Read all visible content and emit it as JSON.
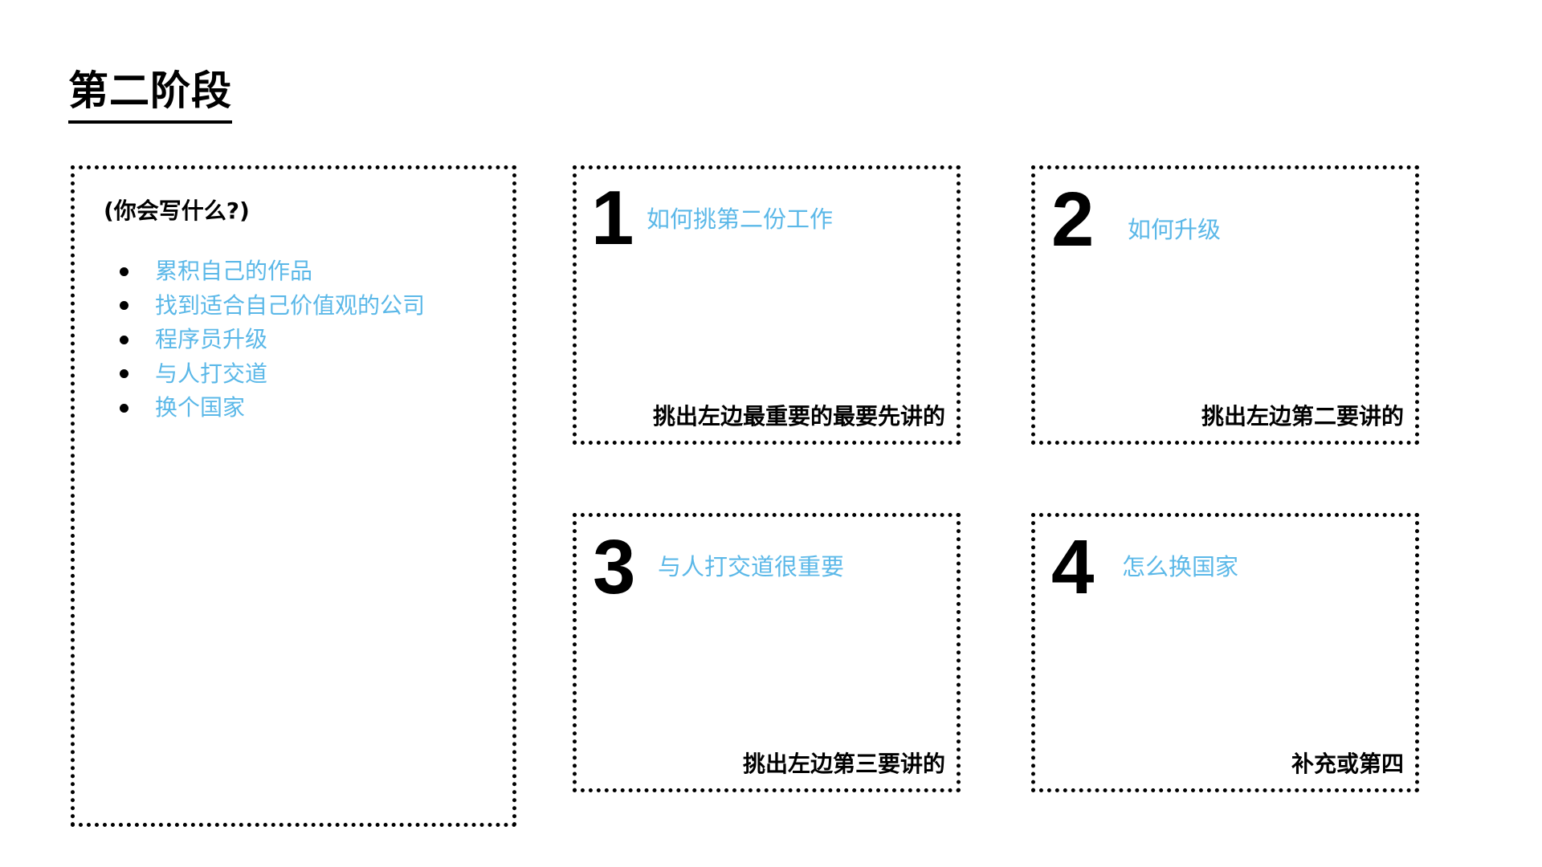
{
  "colors": {
    "accent_blue": "#5bb8e8",
    "text": "#000000",
    "border": "#000000"
  },
  "title": "第二阶段",
  "left_panel": {
    "heading": "(你会写什么?)",
    "items": [
      "累积自己的作品",
      "找到适合自己价值观的公司",
      "程序员升级",
      "与人打交道",
      "换个国家"
    ]
  },
  "steps": [
    {
      "number": "1",
      "title": "如何挑第二份工作",
      "note": "挑出左边最重要的最要先讲的"
    },
    {
      "number": "2",
      "title": "如何升级",
      "note": "挑出左边第二要讲的"
    },
    {
      "number": "3",
      "title": "与人打交道很重要",
      "note": "挑出左边第三要讲的"
    },
    {
      "number": "4",
      "title": "怎么换国家",
      "note": "补充或第四"
    }
  ]
}
